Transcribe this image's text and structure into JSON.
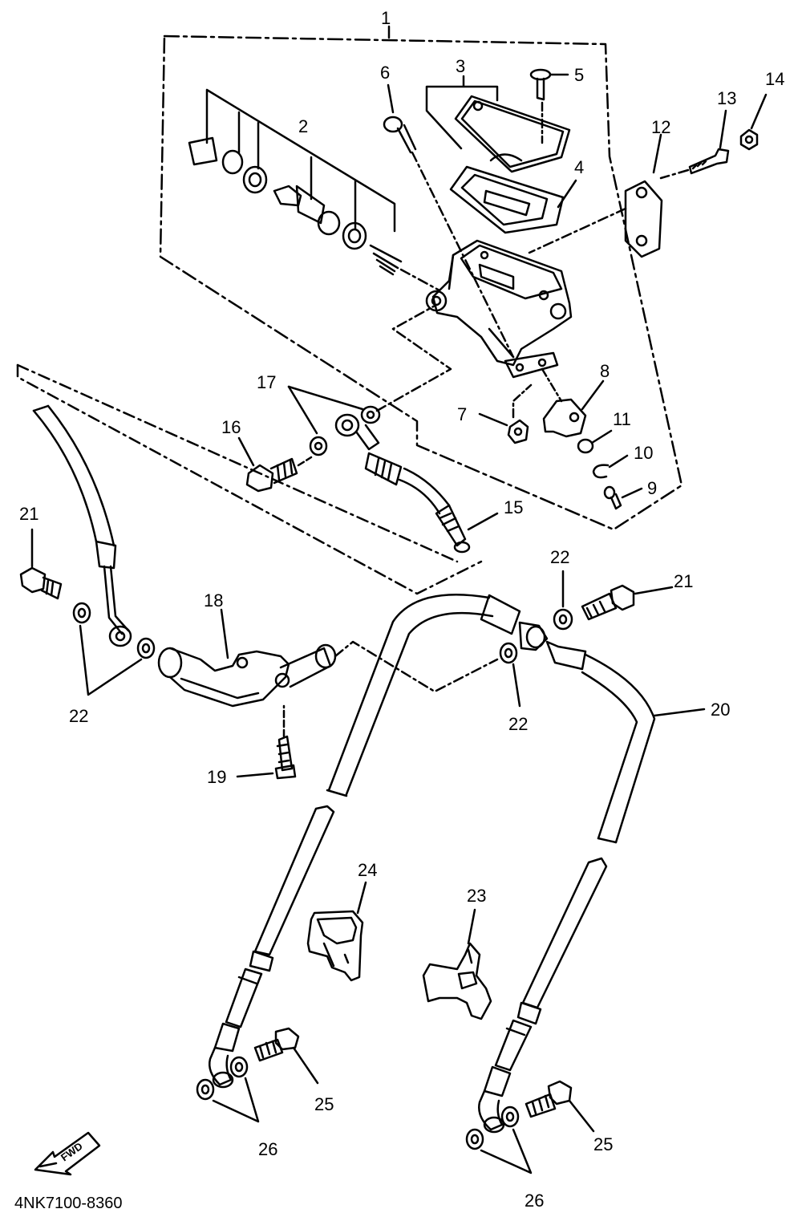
{
  "diagram": {
    "callouts": [
      "1",
      "2",
      "3",
      "4",
      "5",
      "6",
      "7",
      "8",
      "9",
      "10",
      "11",
      "12",
      "13",
      "14",
      "15",
      "16",
      "17",
      "18",
      "19",
      "20",
      "21",
      "21",
      "22",
      "22",
      "22",
      "23",
      "24",
      "25",
      "25",
      "26",
      "26"
    ],
    "diagram_code": "4NK7100-8360",
    "fwd_label": "FWD"
  }
}
